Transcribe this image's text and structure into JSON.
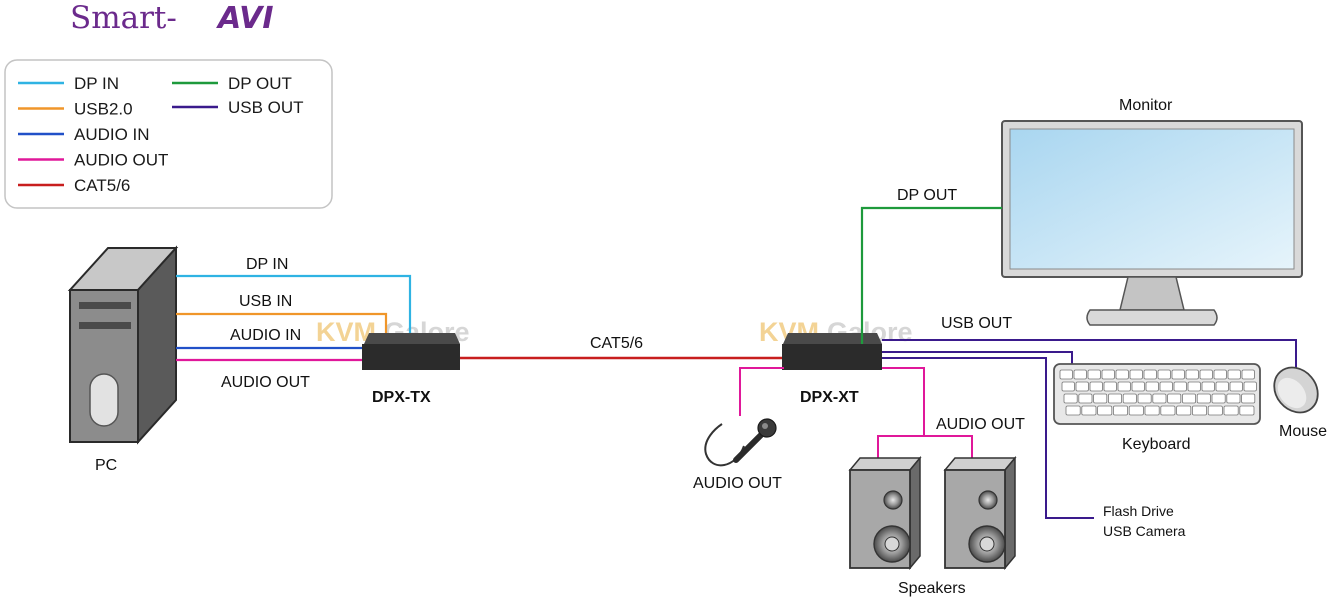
{
  "brand": {
    "logo_text": "Smart-",
    "logo_mark": "AVI",
    "watermark_a": "KVM",
    "watermark_b": "Galore"
  },
  "colors": {
    "dp_in": "#2fb3e3",
    "usb20": "#f0962a",
    "audio_in": "#2150c8",
    "audio_out": "#e0189a",
    "cat56": "#c81e1e",
    "dp_out": "#1e9a3c",
    "usb_out": "#3a1a8c",
    "box": "#2b2b2b",
    "logo": "#6b2a8c",
    "watermark_a": "#f2cf8a",
    "watermark_b": "#d2d2d2"
  },
  "legend": {
    "left": [
      {
        "label": "DP IN",
        "color": "#2fb3e3"
      },
      {
        "label": "USB2.0",
        "color": "#f0962a"
      },
      {
        "label": "AUDIO IN",
        "color": "#2150c8"
      },
      {
        "label": "AUDIO OUT",
        "color": "#e0189a"
      },
      {
        "label": "CAT5/6",
        "color": "#c81e1e"
      }
    ],
    "right": [
      {
        "label": "DP OUT",
        "color": "#1e9a3c"
      },
      {
        "label": "USB OUT",
        "color": "#3a1a8c"
      }
    ]
  },
  "devices": {
    "pc": "PC",
    "tx": "DPX-TX",
    "rx": "DPX-XT",
    "monitor": "Monitor",
    "keyboard": "Keyboard",
    "mouse": "Mouse",
    "speakers": "Speakers",
    "flash_drive": "Flash Drive",
    "usb_camera": "USB Camera",
    "mic": "AUDIO OUT"
  },
  "cables": {
    "dp_in": "DP IN",
    "usb_in": "USB IN",
    "audio_in": "AUDIO IN",
    "audio_out": "AUDIO OUT",
    "cat": "CAT5/6",
    "dp_out": "DP OUT",
    "usb_out": "USB OUT",
    "speaker_audio_out": "AUDIO OUT"
  }
}
